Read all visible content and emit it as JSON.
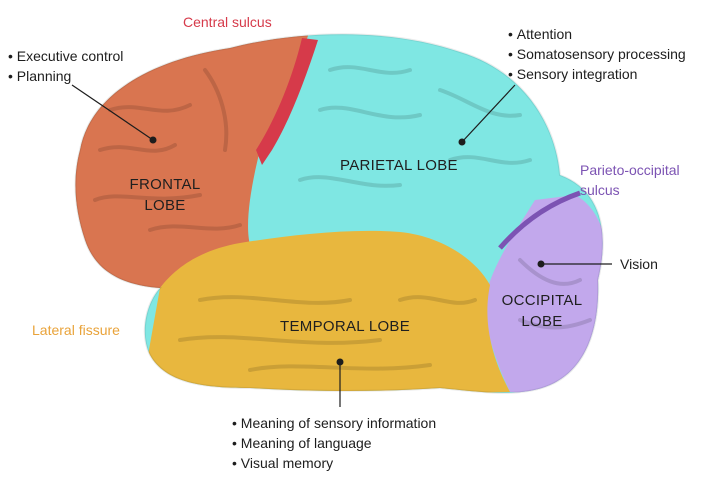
{
  "sulci": {
    "central": "Central sulcus",
    "parieto_occipital": "Parieto-occipital sulcus",
    "lateral": "Lateral fissure"
  },
  "lobes": {
    "frontal": "FRONTAL LOBE",
    "parietal": "PARIETAL LOBE",
    "temporal": "TEMPORAL LOBE",
    "occipital": "OCCIPITAL LOBE"
  },
  "functions": {
    "frontal": [
      "Executive control",
      "Planning"
    ],
    "parietal": [
      "Attention",
      "Somatosensory processing",
      "Sensory integration"
    ],
    "occipital": [
      "Vision"
    ],
    "temporal": [
      "Meaning of sensory information",
      "Meaning of language",
      "Visual memory"
    ]
  },
  "colors": {
    "frontal": "#d97550",
    "parietal": "#7fe7e3",
    "temporal": "#e8b73e",
    "occipital": "#c2a8ec",
    "central_sulcus": "#d63a4a",
    "parieto_occipital": "#7c53b3",
    "lateral_fissure": "#e9a33a"
  }
}
